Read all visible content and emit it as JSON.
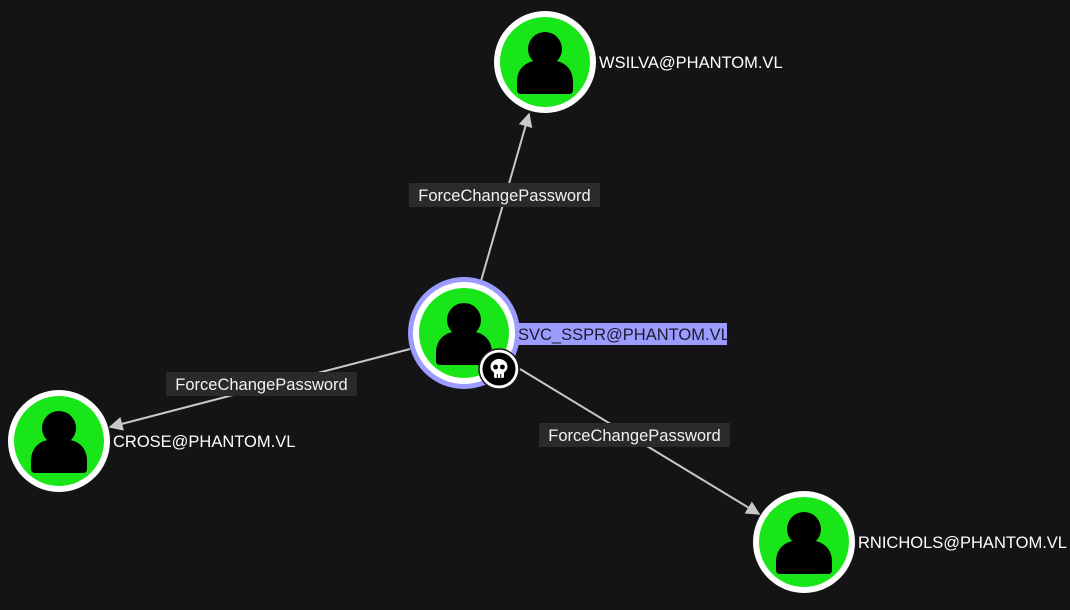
{
  "colors": {
    "background": "#141416",
    "user_node_fill": "#19e619",
    "node_ring": "#ffffff",
    "selected_ring": "#9c9cff",
    "selected_label_bg": "#9c9cff",
    "edge": "#c8c8c8",
    "edge_label_bg": "#2a2a2c"
  },
  "nodes": {
    "svc_sspr": {
      "label": "SVC_SSPR@PHANTOM.VL",
      "icon": "user-icon",
      "badge_icon": "skull-icon",
      "selected": true
    },
    "wsilva": {
      "label": "WSILVA@PHANTOM.VL",
      "icon": "user-icon"
    },
    "crose": {
      "label": "CROSE@PHANTOM.VL",
      "icon": "user-icon"
    },
    "rnichols": {
      "label": "RNICHOLS@PHANTOM.VL",
      "icon": "user-icon"
    }
  },
  "edges": {
    "to_wsilva": {
      "label": "ForceChangePassword"
    },
    "to_crose": {
      "label": "ForceChangePassword"
    },
    "to_rnichols": {
      "label": "ForceChangePassword"
    }
  }
}
